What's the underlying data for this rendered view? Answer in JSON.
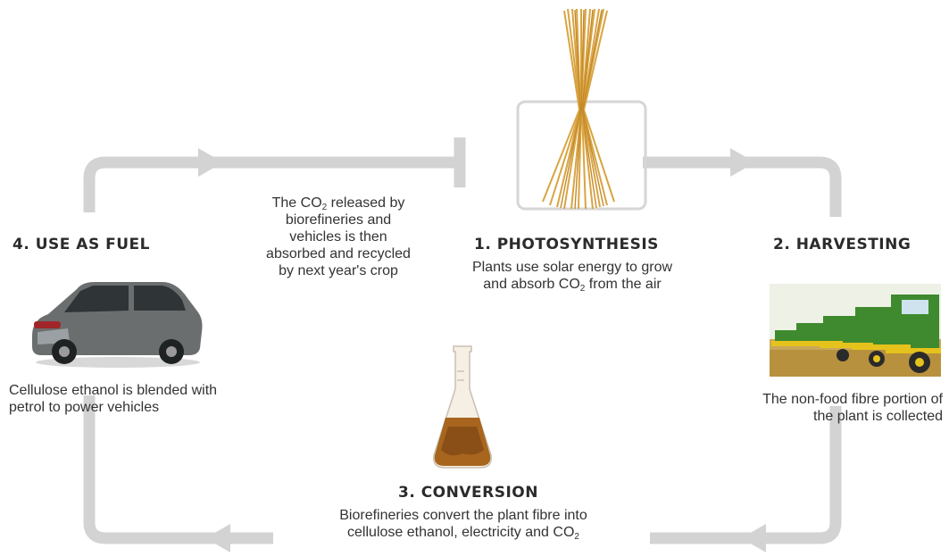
{
  "note": {
    "lines": [
      "The CO",
      "released by",
      "biorefineries and",
      "vehicles is then",
      "absorbed and recycled",
      "by next year's crop"
    ],
    "subscript": "2"
  },
  "step1": {
    "title": "1. PHOTOSYNTHESIS",
    "line1": "Plants use solar energy to grow",
    "line2_pre": "and absorb CO",
    "line2_sub": "2",
    "line2_post": "from the air"
  },
  "step2": {
    "title": "2. HARVESTING",
    "lines": [
      "The non-food fibre portion of",
      "the plant is collected"
    ]
  },
  "step3": {
    "title": "3. CONVERSION",
    "line1": "Biorefineries convert the plant fibre into",
    "line2_pre": "cellulose ethanol, electricity and CO",
    "line2_sub": "2"
  },
  "step4": {
    "title": "4. USE AS FUEL",
    "lines": [
      "Cellulose ethanol is blended with",
      "petrol to power vehicles"
    ]
  },
  "images": {
    "step1": "wheat-straw-bundle",
    "step2": "combine-harvesters-in-field",
    "step3": "flask-of-ethanol",
    "step4": "grey-sedan-car"
  },
  "colors": {
    "arrow": "#d3d3d3",
    "text": "#333333",
    "straw": "#d9a441",
    "tractor": "#3f8a2e",
    "liquid": "#a8651e",
    "car": "#6b6e6f"
  }
}
